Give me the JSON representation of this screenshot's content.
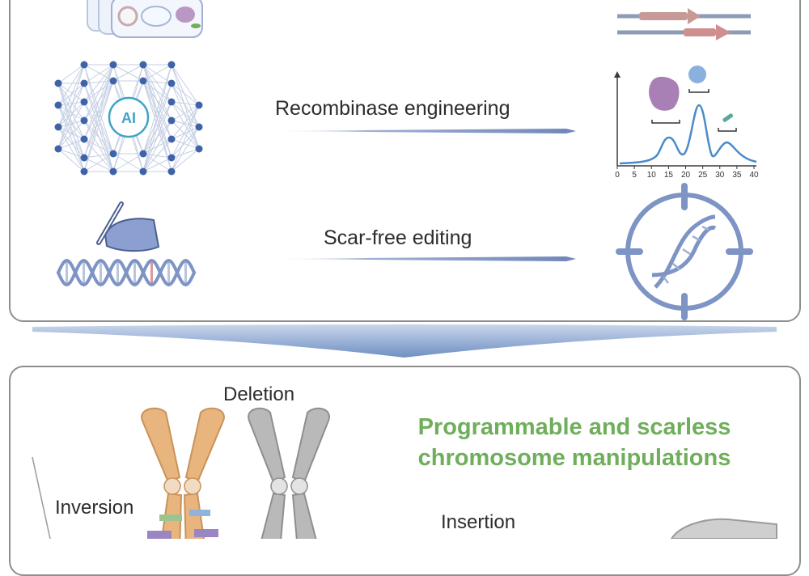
{
  "steps": [
    {
      "label": "Recombinase engineering",
      "icon_left": "neural-network-icon",
      "icon_right": "chromatogram-icon"
    },
    {
      "label": "Scar-free editing",
      "icon_left": "hand-editing-dna-icon",
      "icon_right": "dna-target-icon"
    }
  ],
  "network": {
    "node_label": "AI"
  },
  "chart": {
    "x_ticks": [
      "0",
      "5",
      "10",
      "15",
      "20",
      "25",
      "30",
      "35",
      "40"
    ]
  },
  "outcome": {
    "title_line1": "Programmable and scarless",
    "title_line2": "chromosome manipulations",
    "operations": {
      "deletion": "Deletion",
      "inversion": "Inversion",
      "insertion": "Insertion"
    }
  },
  "colors": {
    "arrow": "#6f86b8",
    "network_node": "#3f63a8",
    "dna": "#7d94c4",
    "chromosome_orange": "#e9b57e",
    "chromosome_gray": "#b9b9b9",
    "highlight_green": "#6fae5b"
  }
}
